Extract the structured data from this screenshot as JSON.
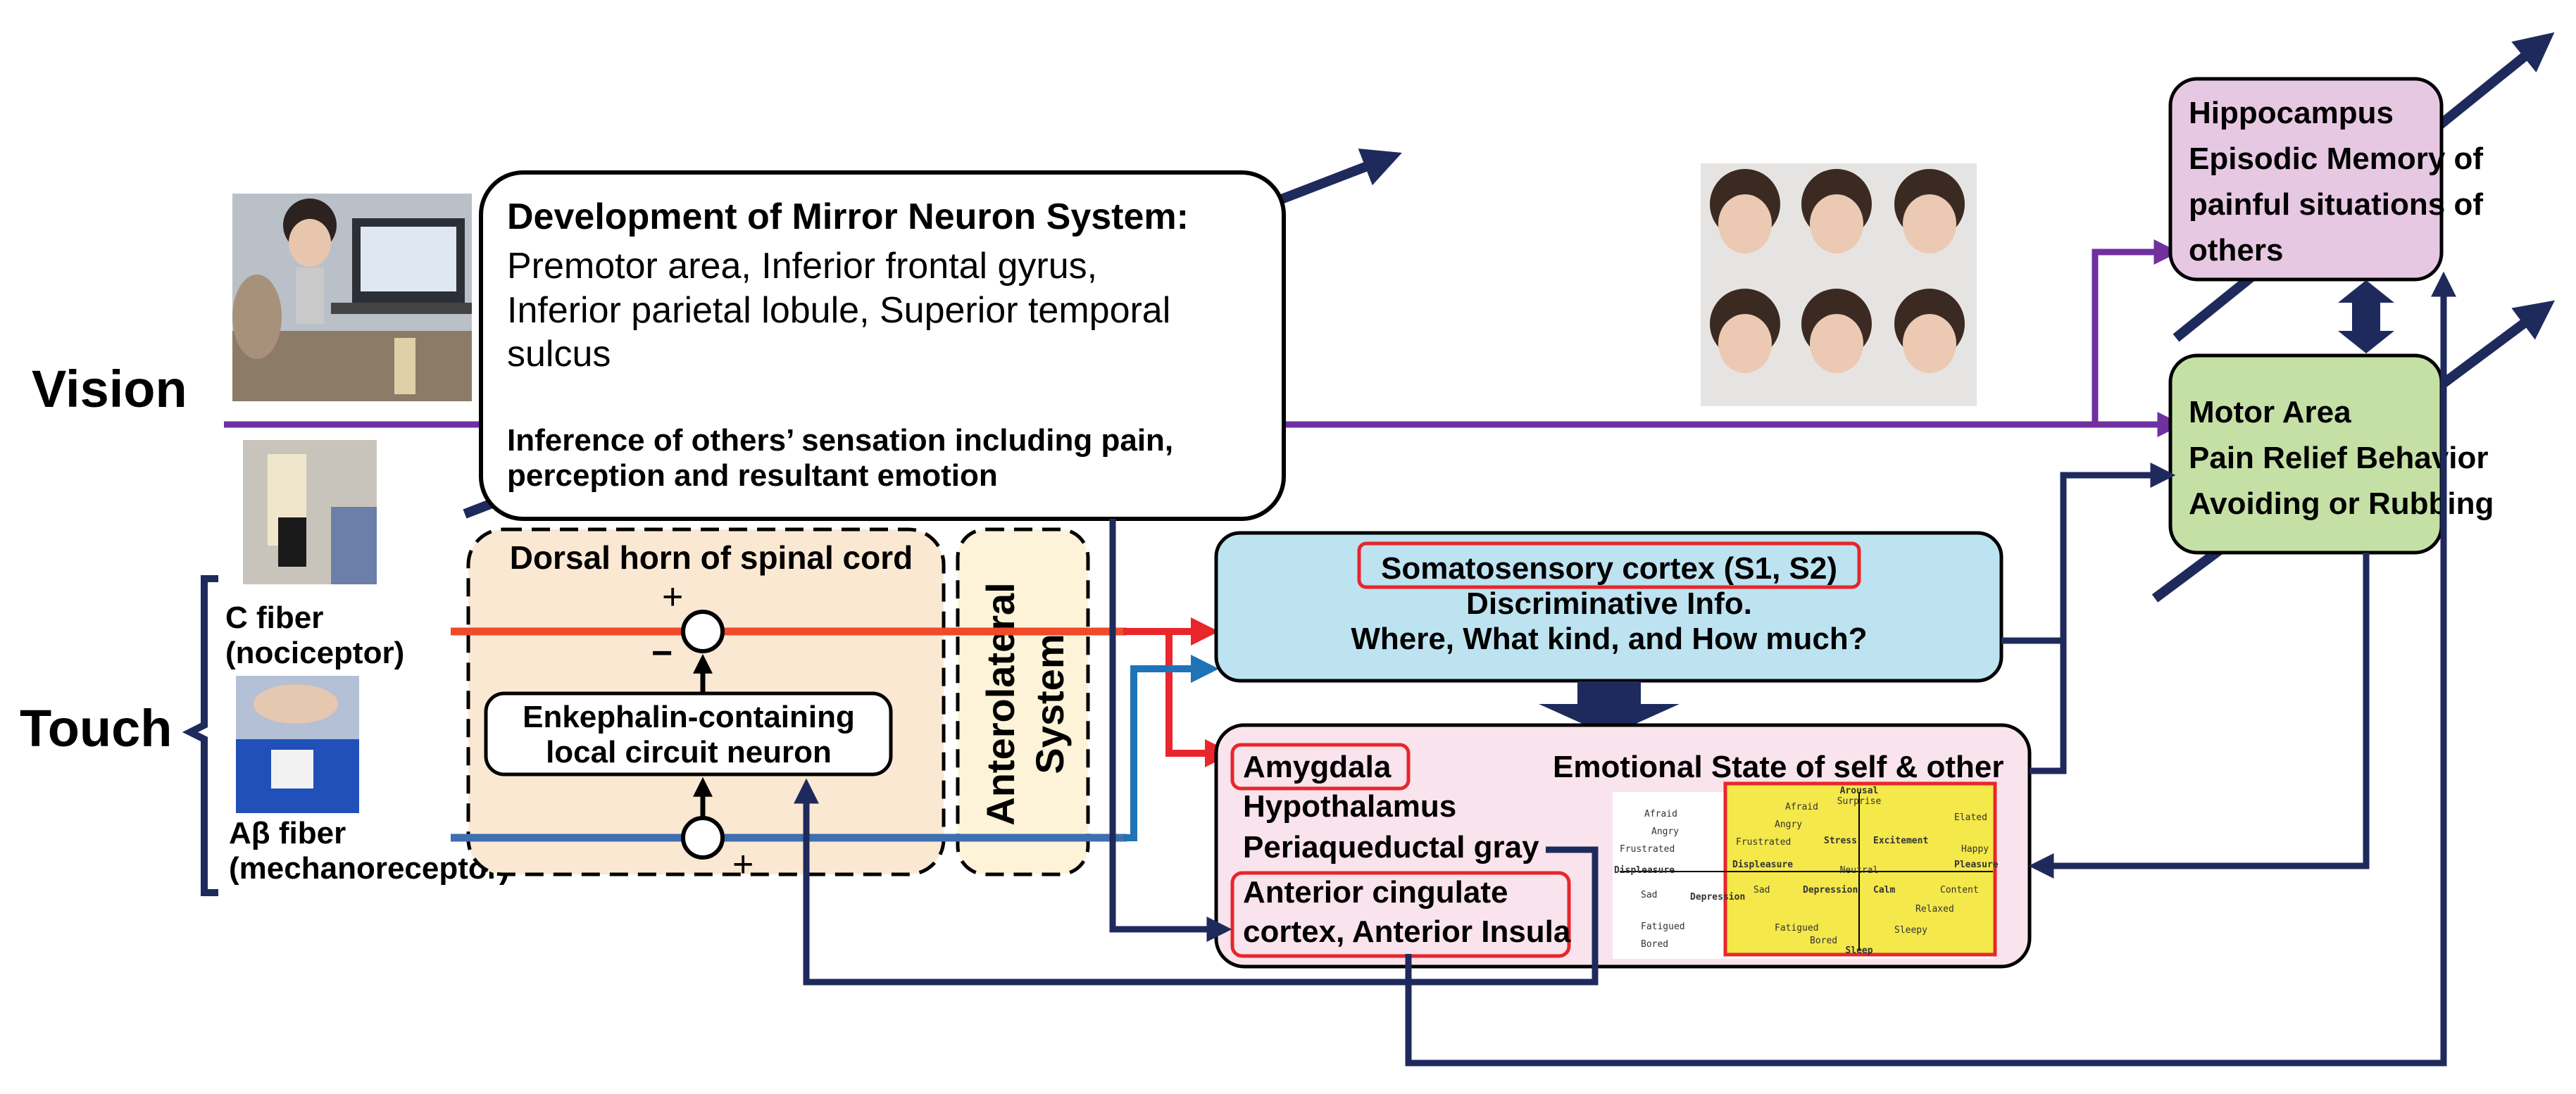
{
  "labels": {
    "vision": "Vision",
    "touch": "Touch",
    "c_fiber": [
      "C fiber",
      "(nociceptor)"
    ],
    "ab_fiber": [
      "Aβ fiber",
      "(mechanoreceptor)"
    ],
    "plus": "+",
    "minus": "−"
  },
  "mirror_box": {
    "title": "Development of Mirror Neuron System:",
    "areas": [
      "Premotor area, Inferior frontal gyrus,",
      "Inferior parietal lobule, Superior temporal",
      "sulcus"
    ],
    "inference": [
      "Inference of others’ sensation including pain,",
      "perception and resultant emotion"
    ]
  },
  "dorsal_horn": {
    "title": "Dorsal horn of spinal cord",
    "neuron": [
      "Enkephalin-containing",
      "local circuit neuron"
    ]
  },
  "anterolateral": [
    "Anterolateral",
    "System"
  ],
  "somatosensory": {
    "title": "Somatosensory cortex (S1, S2)",
    "lines": [
      "Discriminative Info.",
      "Where, What kind, and How much?"
    ]
  },
  "emotional": {
    "title": "Emotional State of self & other",
    "amygdala": "Amygdala",
    "hypothalamus": "Hypothalamus",
    "pag": "Periaqueductal gray",
    "acc": [
      "Anterior cingulate",
      "cortex, Anterior Insula"
    ]
  },
  "hippocampus": [
    "Hippocampus",
    "Episodic Memory of",
    "painful situations of",
    "others"
  ],
  "motor": [
    "Motor Area",
    "Pain Relief Behavior",
    "Avoiding or Rubbing"
  ],
  "circumplex": {
    "arousal": "Arousal",
    "sleep": "Sleep",
    "pleasure": "Pleasure",
    "displeasure": "Displeasure",
    "neutral": "Neutral",
    "words": [
      "Surprise",
      "Afraid",
      "Angry",
      "Frustrated",
      "Elated",
      "Happy",
      "Stress",
      "Excitement",
      "Sad",
      "Depression",
      "Calm",
      "Content",
      "Relaxed",
      "Fatigued",
      "Bored",
      "Sleepy"
    ]
  },
  "colors": {
    "navy": "#1f2a5c",
    "purple": "#7030a0",
    "red": "#e8262b",
    "blue": "#1f73b7",
    "orange_red": "#f04a2a",
    "somato_fill": "#bde3f1",
    "emotion_fill": "#f9e3ec",
    "hippo_fill": "#e7c8e3",
    "motor_fill": "#c5e0a5",
    "dorsal_fill": "#fbe8d3",
    "antero_fill": "#fdf3d8",
    "circumplex_fill": "#f4e84a"
  }
}
